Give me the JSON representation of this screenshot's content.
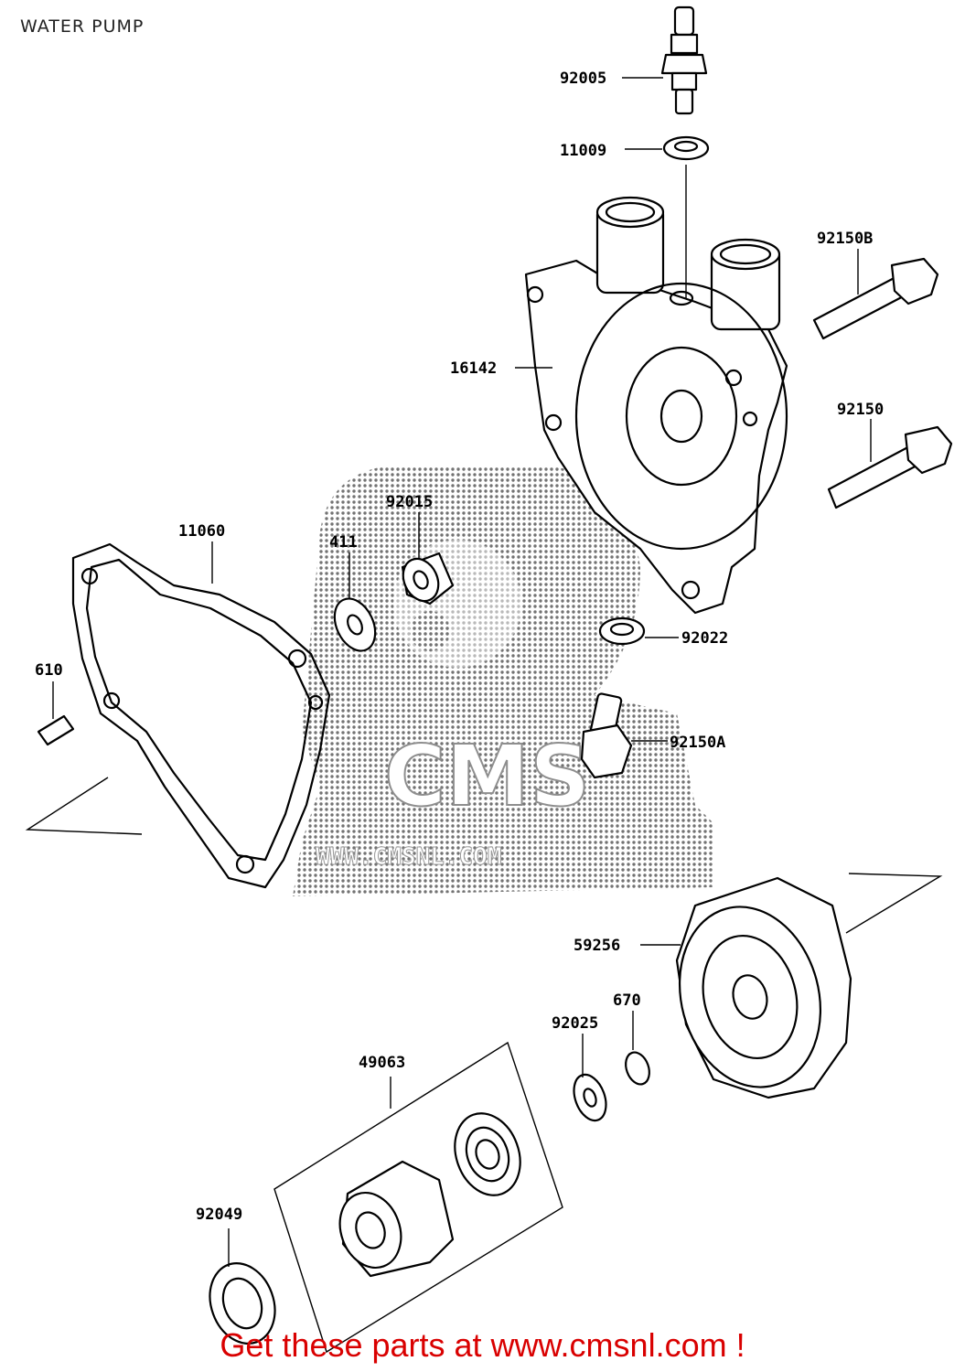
{
  "header": {
    "title": "WATER PUMP"
  },
  "parts": {
    "p92005": "92005",
    "p11009": "11009",
    "p92150B": "92150B",
    "p16142": "16142",
    "p92150": "92150",
    "p92015": "92015",
    "p411": "411",
    "p11060": "11060",
    "p610": "610",
    "p92022": "92022",
    "p92150A": "92150A",
    "p59256": "59256",
    "p670": "670",
    "p92025": "92025",
    "p49063": "49063",
    "p92049": "92049"
  },
  "watermark": {
    "brand": "CMS",
    "url": "WWW.CMSNL.COM"
  },
  "footer": {
    "promo": "Get these parts at www.cmsnl.com !",
    "promo_color": "#d90000"
  }
}
